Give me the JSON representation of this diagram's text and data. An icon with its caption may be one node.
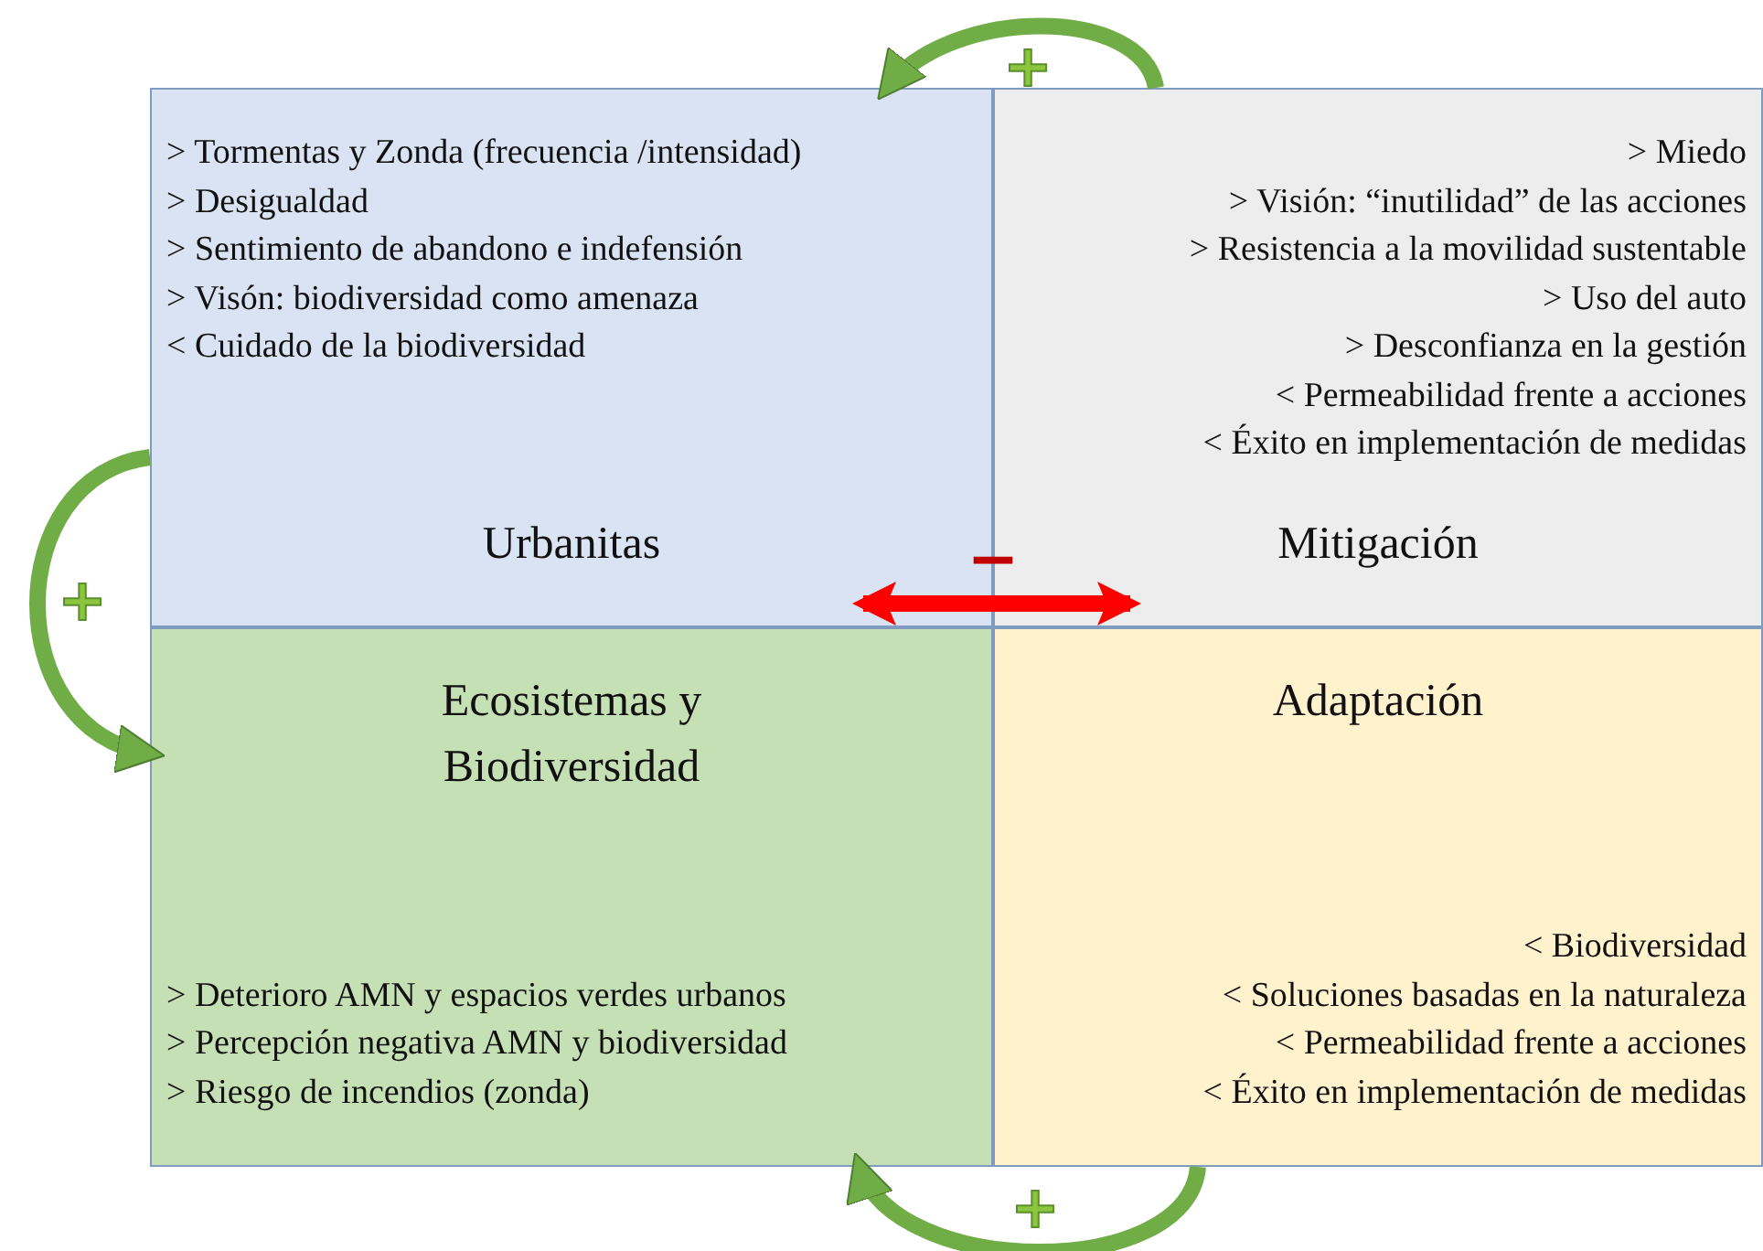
{
  "diagram": {
    "nodes": [
      {
        "text": [
          "> Tormentas y Zonda (frecuencia /intensidad)",
          "> Desigualdad",
          "> Sentimiento de abandono e indefensión",
          "> Visón: biodiversidad como amenaza",
          "< Cuidado de la biodiversidad",
          "Urbanitas"
        ]
      },
      {
        "text": [
          "> Miedo",
          "> Visión: “inutilidad” de las acciones",
          "> Resistencia a la movilidad sustentable",
          "> Uso del auto",
          "> Desconfianza en la gestión",
          "< Permeabilidad frente a acciones",
          "< Éxito en implementación de medidas",
          "Mitigación"
        ]
      },
      {
        "text": [
          "Ecosistemas y Biodiversidad",
          "> Deterioro AMN y espacios verdes urbanos",
          "> Percepción negativa AMN y biodiversidad",
          "> Riesgo de incendios (zonda)"
        ]
      },
      {
        "text": [
          "Adaptación",
          "< Biodiversidad",
          "< Soluciones basadas en la naturaleza",
          "< Permeabilidad frente a acciones",
          "< Éxito en implementación de medidas"
        ]
      }
    ],
    "edges": [
      {
        "from": 1,
        "to": 0,
        "arrow": "to",
        "label": "+"
      },
      {
        "from": 0,
        "to": 2,
        "arrow": "to",
        "label": "+"
      },
      {
        "from": 3,
        "to": 2,
        "arrow": "to",
        "label": "+"
      },
      {
        "from": 0,
        "to": 1,
        "arrow": "both",
        "label": "−",
        "color": "#ff0000"
      }
    ]
  }
}
